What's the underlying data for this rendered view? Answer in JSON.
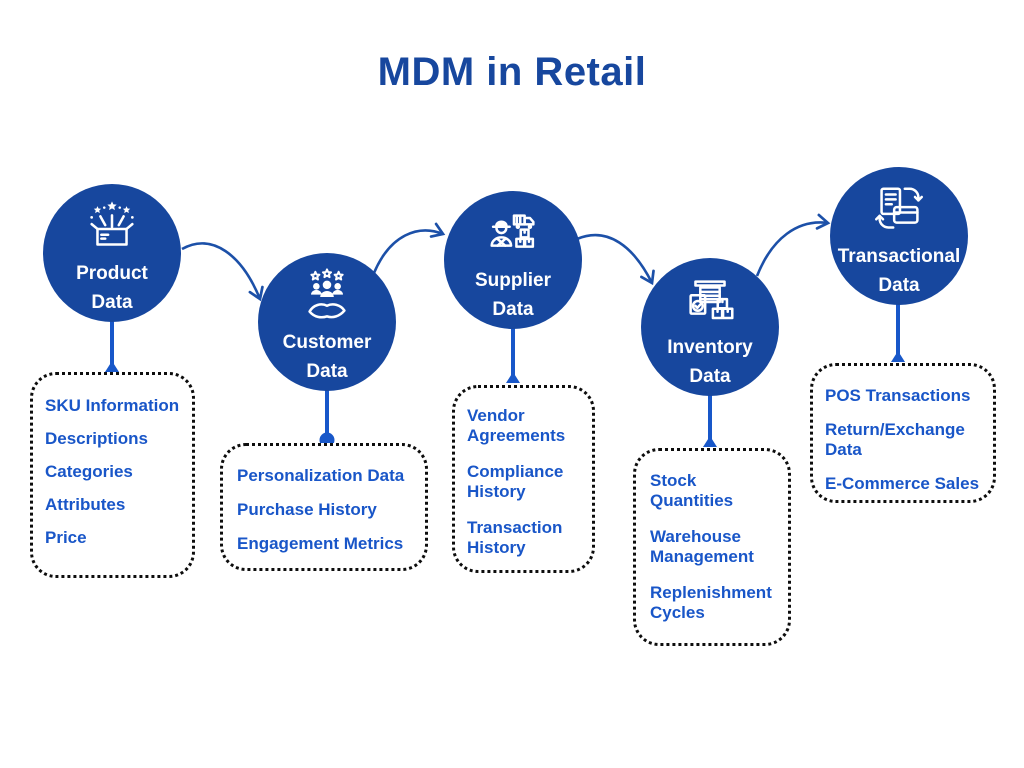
{
  "title": "MDM in Retail",
  "colors": {
    "circle_fill": "#17479E",
    "title_text": "#17479E",
    "item_text": "#1956C8",
    "connector": "#1857C9",
    "arrow": "#1C50A8",
    "box_border": "#0d0d0d",
    "circle_label": "#ffffff"
  },
  "nodes": [
    {
      "label": "Product Data",
      "icon": "product-launch-icon",
      "items": [
        "SKU Information",
        "Descriptions",
        "Categories",
        "Attributes",
        "Price"
      ]
    },
    {
      "label": "Customer Data",
      "icon": "customer-care-icon",
      "items": [
        "Personalization Data",
        "Purchase History",
        "Engagement Metrics"
      ]
    },
    {
      "label": "Supplier Data",
      "icon": "supplier-delivery-icon",
      "items": [
        "Vendor Agreements",
        "Compliance History",
        "Transaction History"
      ]
    },
    {
      "label": "Inventory Data",
      "icon": "warehouse-stock-icon",
      "items": [
        "Stock Quantities",
        "Warehouse Management",
        "Replenishment Cycles"
      ]
    },
    {
      "label": "Transactional Data",
      "icon": "transaction-exchange-icon",
      "items": [
        "POS Transactions",
        "Return/Exchange Data",
        "E-Commerce Sales"
      ]
    }
  ]
}
